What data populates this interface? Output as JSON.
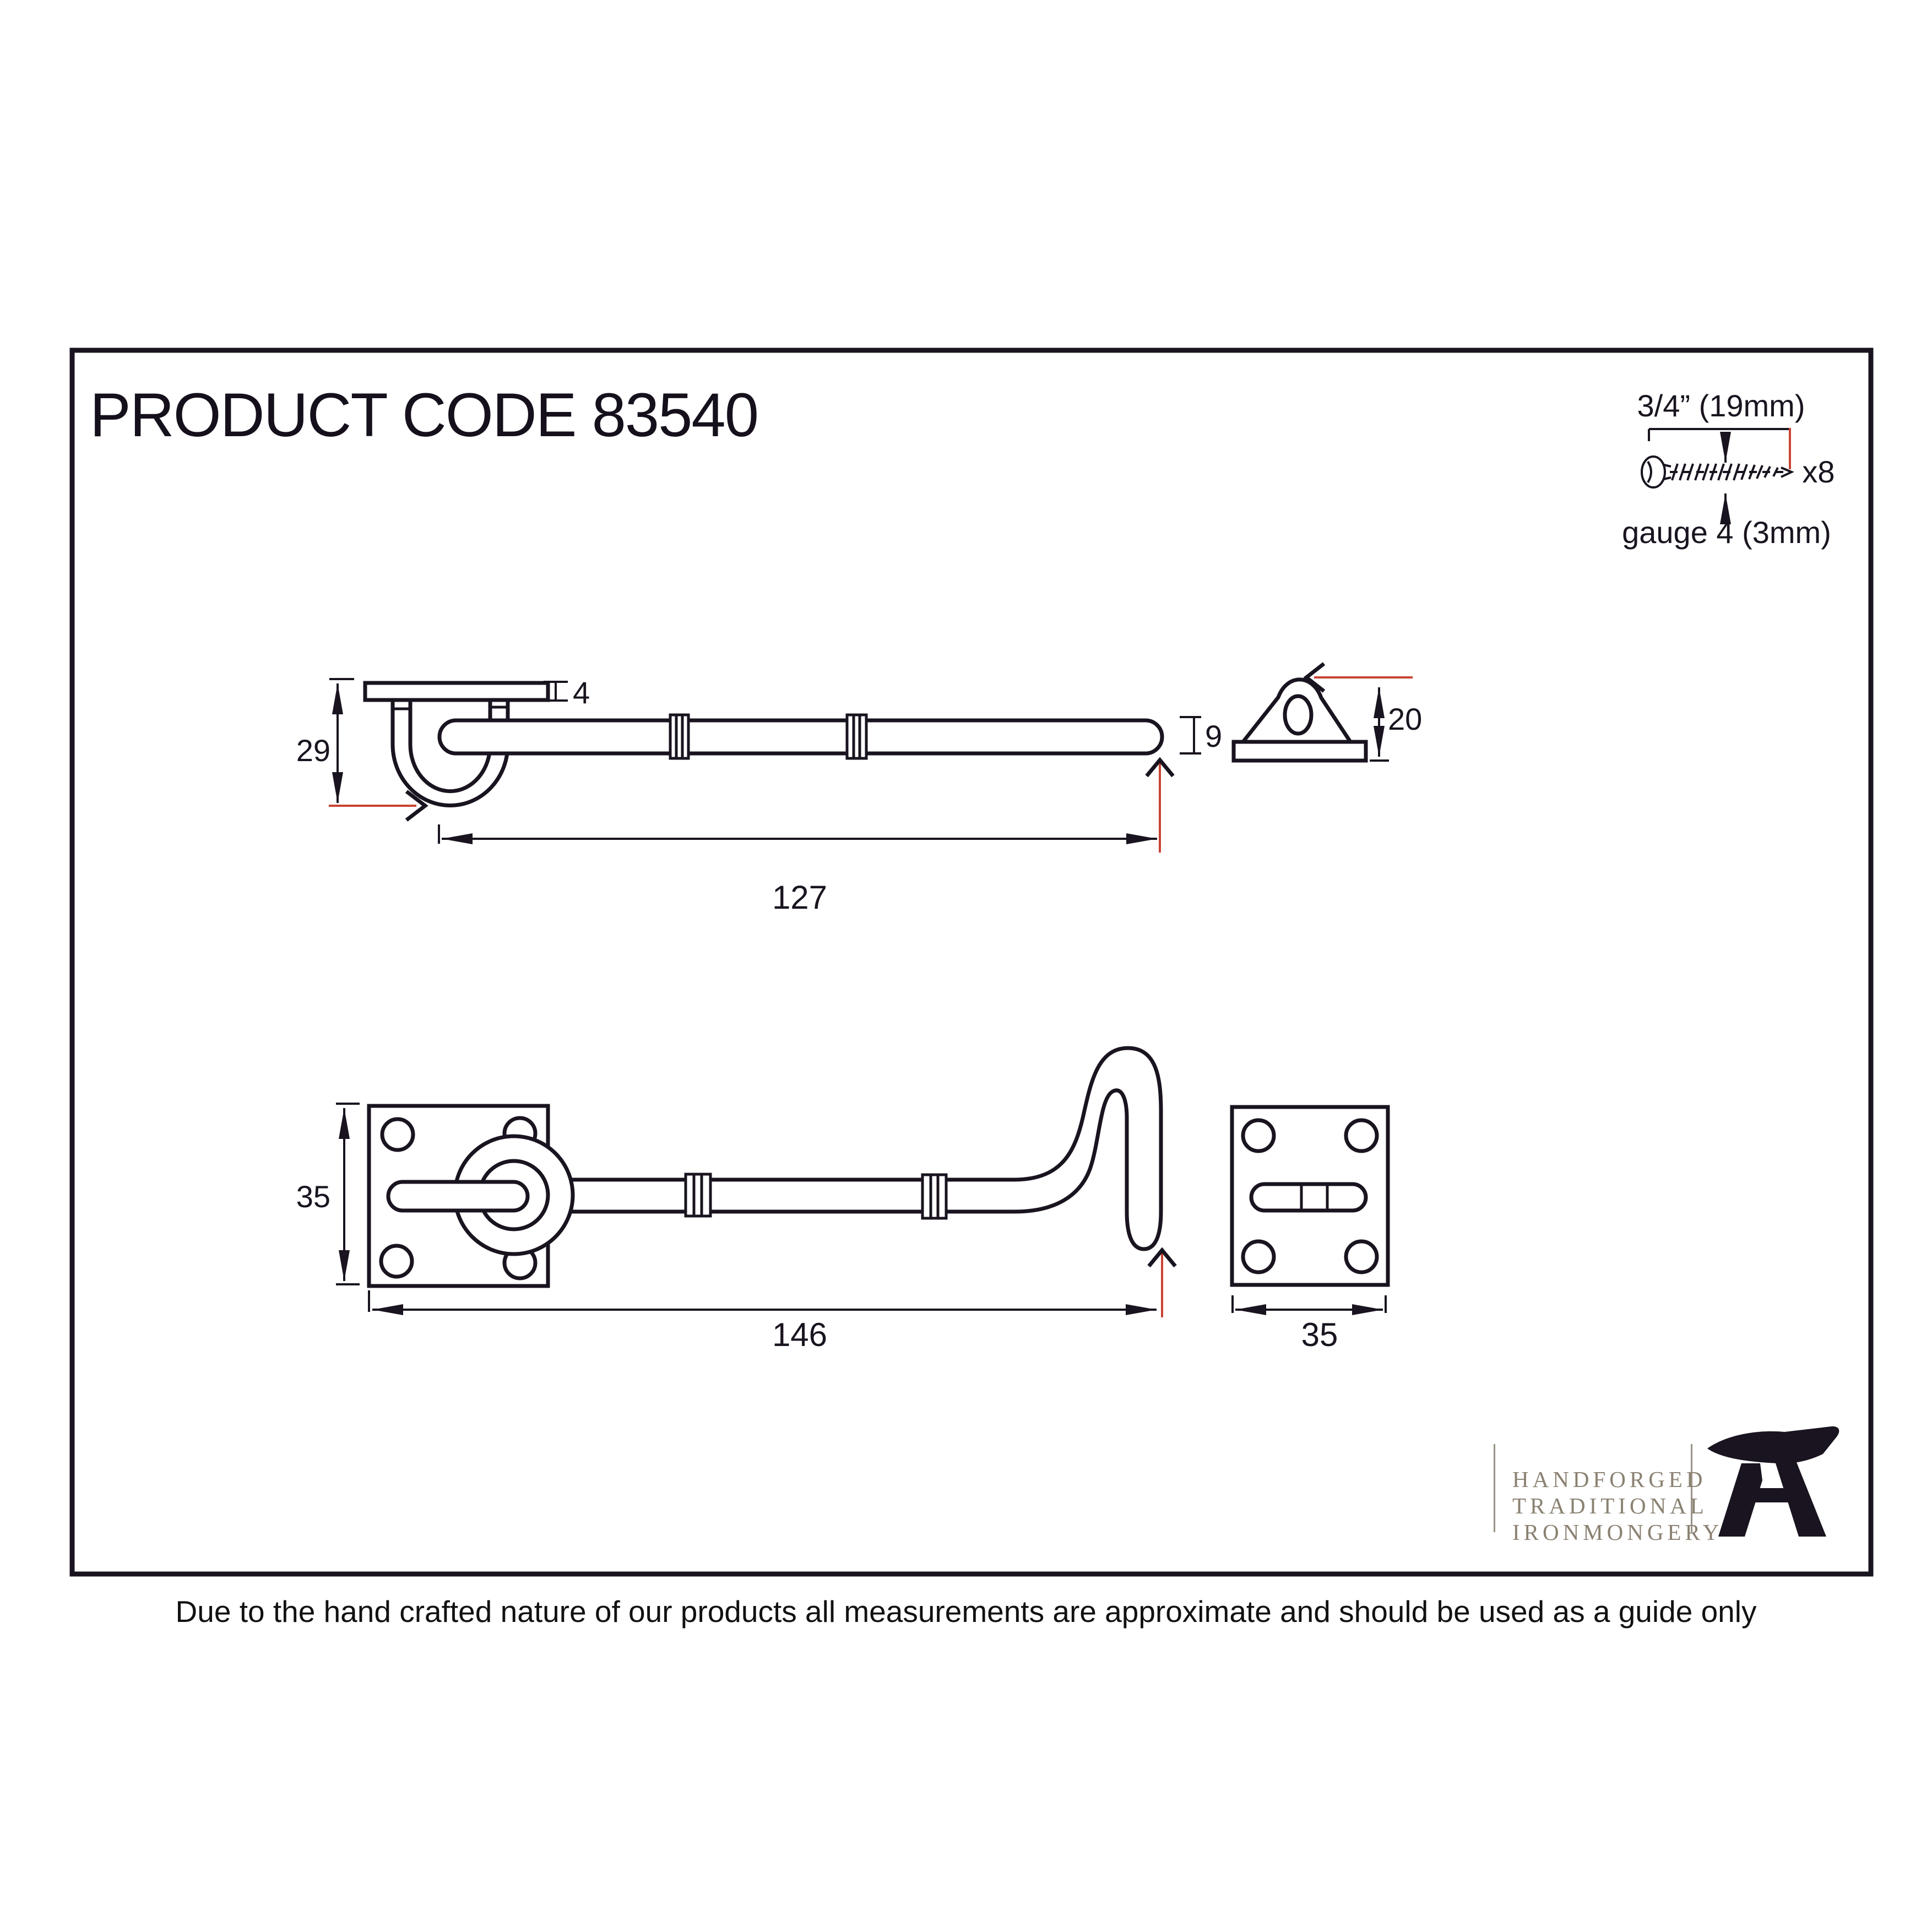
{
  "title": "PRODUCT CODE 83540",
  "screw": {
    "length_label": "3/4” (19mm)",
    "qty_label": "x8",
    "gauge_label": "gauge 4 (3mm)"
  },
  "side_view": {
    "dim_height": "29",
    "dim_plate_thickness": "4",
    "dim_shaft_diameter": "9",
    "dim_length": "127",
    "dim_keeper_height": "20"
  },
  "plan_view": {
    "dim_plate_size": "35",
    "dim_overall_length": "146",
    "dim_keeper_size": "35"
  },
  "logo": {
    "line1": "HANDFORGED",
    "line2": "TRADITIONAL",
    "line3": "IRONMONGERY"
  },
  "footer": {
    "disclaimer": "Due to the hand crafted nature of our products all measurements are approximate and should be used as a guide only"
  },
  "colors": {
    "ink": "#19141f",
    "accent_red": "#c94434",
    "logo_text": "#8a8171"
  }
}
